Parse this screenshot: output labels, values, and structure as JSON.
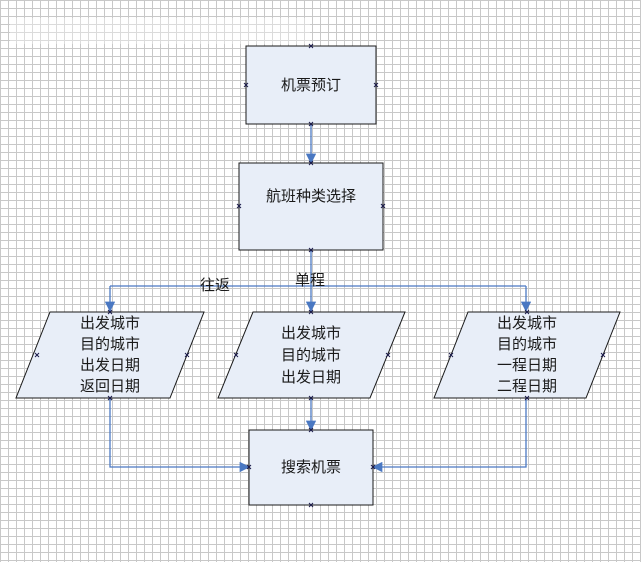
{
  "header_watermark": "",
  "nodes": {
    "booking": {
      "label": "机票预订"
    },
    "flight_type": {
      "label": "航班种类选择"
    },
    "input_roundtrip": {
      "lines": [
        "出发城市",
        "目的城市",
        "出发日期",
        "返回日期"
      ]
    },
    "input_oneway": {
      "lines": [
        "出发城市",
        "目的城市",
        "出发日期"
      ]
    },
    "input_multi": {
      "lines": [
        "出发城市",
        "目的城市",
        "一程日期",
        "二程日期"
      ]
    },
    "search": {
      "label": "搜索机票"
    }
  },
  "edges": {
    "roundtrip_label": "往返",
    "oneway_label": "单程"
  },
  "colors": {
    "box_fill": "#e8eef8",
    "connector": "#4a78c2",
    "grid": "#c8c8c8"
  }
}
